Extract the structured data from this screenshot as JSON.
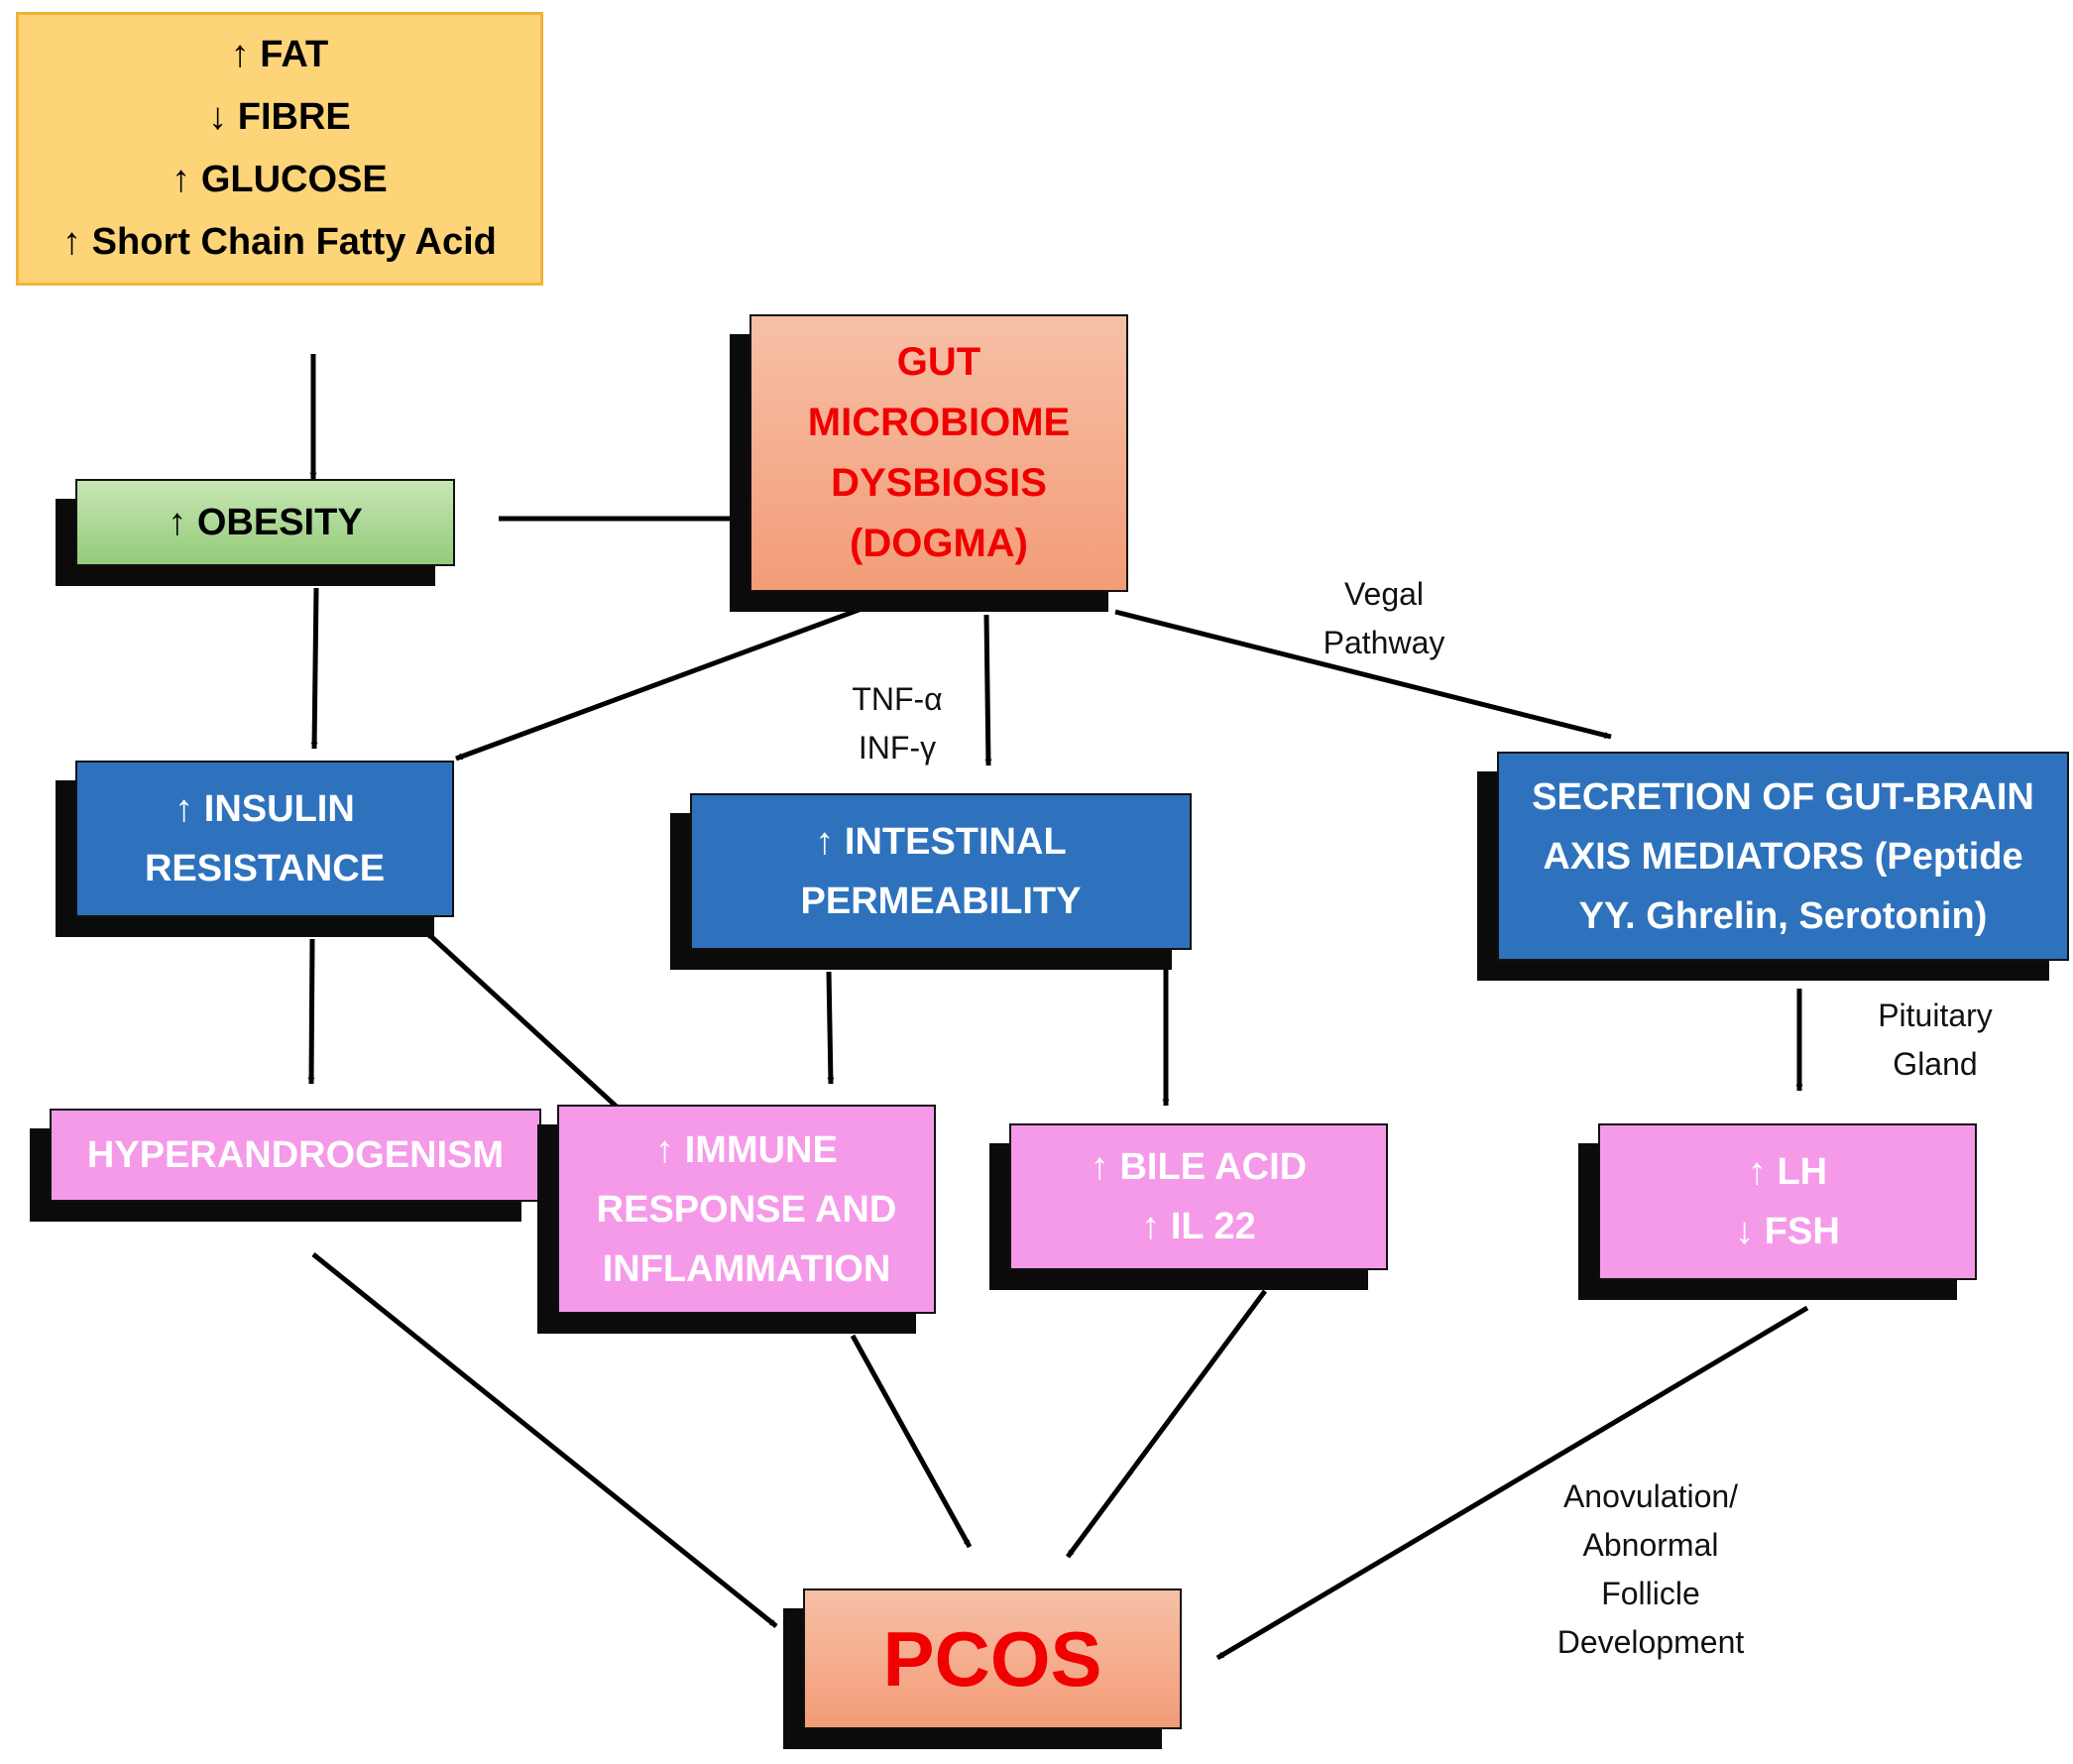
{
  "diet_box": {
    "lines": [
      "↑ FAT",
      "↓ FIBRE",
      "↑ GLUCOSE",
      "↑ Short Chain Fatty Acid"
    ]
  },
  "obesity": "↑ OBESITY",
  "gut_box": {
    "lines": [
      "GUT",
      "MICROBIOME",
      "DYSBIOSIS",
      "(DOGMA)"
    ]
  },
  "insulin": {
    "lines": [
      "↑ INSULIN",
      "RESISTANCE"
    ]
  },
  "intestinal": {
    "lines": [
      "↑ INTESTINAL",
      "PERMEABILITY"
    ]
  },
  "gut_brain": {
    "lines": [
      "SECRETION OF GUT-BRAIN",
      "AXIS MEDIATORS (Peptide",
      "YY. Ghrelin, Serotonin)"
    ]
  },
  "hyperandrogenism": "HYPERANDROGENISM",
  "immune": {
    "lines": [
      "↑ IMMUNE",
      "RESPONSE AND",
      "INFLAMMATION"
    ]
  },
  "bile": {
    "lines": [
      "↑ BILE ACID",
      "↑ IL 22"
    ]
  },
  "hormones": {
    "lines": [
      "↑ LH",
      "↓ FSH"
    ]
  },
  "pcos": "PCOS",
  "labels": {
    "vegal": [
      "Vegal",
      "Pathway"
    ],
    "cytokines": [
      "TNF-α",
      "INF-γ"
    ],
    "pituitary": [
      "Pituitary",
      "Gland"
    ],
    "anovulation": [
      "Anovulation/",
      "Abnormal",
      "Follicle",
      "Development"
    ]
  },
  "colors": {
    "diet_fill": "#fed479",
    "obesity_fill": "#a9d18e",
    "gut_fill": "#f4b183",
    "gut_text": "#ff0000",
    "blue_fill": "#2e75b6",
    "pink_fill": "#f59ae9",
    "arrow": "#000000"
  }
}
